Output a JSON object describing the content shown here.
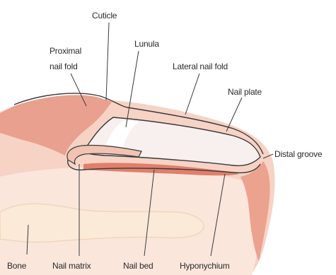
{
  "labels": {
    "cuticle": "Cuticle",
    "proximal_nail_fold_line1": "Proximal",
    "proximal_nail_fold_line2": "nail fold",
    "lunula": "Lunula",
    "lateral_nail_fold": "Lateral nail fold",
    "nail_plate": "Nail plate",
    "distal_groove": "Distal groove",
    "bone": "Bone",
    "nail_matrix": "Nail matrix",
    "nail_bed": "Nail bed",
    "hyponychium": "Hyponychium"
  },
  "colors": {
    "skin": "#f2c3b3",
    "skin_dark": "#e59b87",
    "nail_plate": "#f7eeee",
    "nail_bed": "#e5907c",
    "bone": "#fbe9d7",
    "outline": "#3a3a3a"
  }
}
